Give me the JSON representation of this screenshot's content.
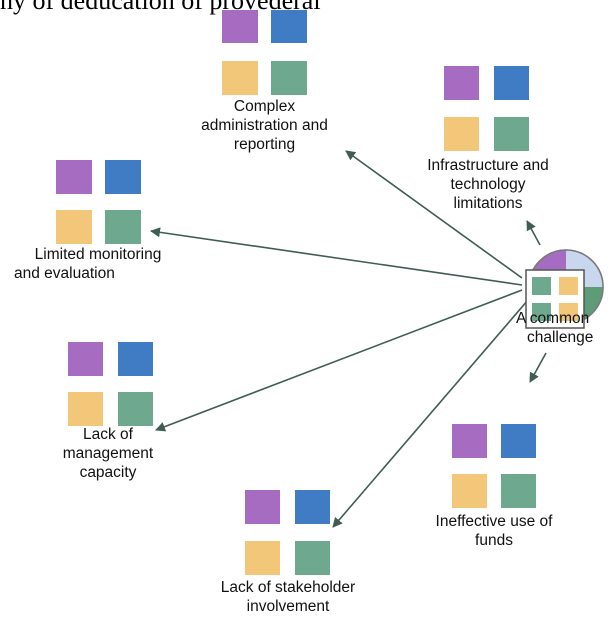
{
  "top_text_fragment": "ny of deducation of provederal",
  "center_node": {
    "label_lines": [
      "A common",
      "challenge"
    ],
    "icon_name": "center-hub-icon"
  },
  "nodes": [
    {
      "id": "complex-admin",
      "label_lines": [
        "Complex",
        "administration and",
        "reporting"
      ]
    },
    {
      "id": "infrastructure",
      "label_lines": [
        "Infrastructure and",
        "technology",
        "limitations"
      ]
    },
    {
      "id": "monitoring",
      "label_lines": [
        "Limited monitoring",
        "and evaluation"
      ]
    },
    {
      "id": "management",
      "label_lines": [
        "Lack of",
        "management",
        "capacity"
      ]
    },
    {
      "id": "stakeholder",
      "label_lines": [
        "Lack of stakeholder",
        "involvement"
      ]
    },
    {
      "id": "funds",
      "label_lines": [
        "Ineffective use of",
        "funds"
      ]
    }
  ],
  "colors": {
    "purple": "#a56cc1",
    "blue": "#3f7cc4",
    "yellow": "#f2c779",
    "green": "#6ea88e",
    "arrow": "#3f5c55",
    "pie_blue": "#6d93cf",
    "pie_light": "#c9d7ee",
    "pie_purple": "#a56cc1",
    "pie_green": "#5e9c78"
  }
}
